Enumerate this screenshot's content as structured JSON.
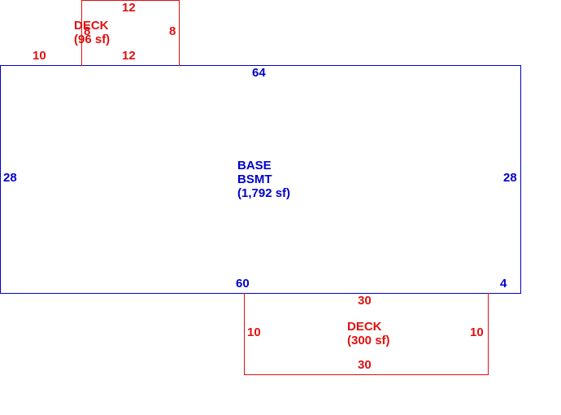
{
  "colors": {
    "base": "#0000cc",
    "deck": "#e01010",
    "background": "#ffffff"
  },
  "base": {
    "name": "BASE",
    "subname": "BSMT",
    "area": "(1,792 sf)",
    "dims": {
      "top": "64",
      "left": "28",
      "right": "28",
      "bottom_left": "60",
      "bottom_right": "4"
    }
  },
  "deck_small": {
    "name": "DECK",
    "area": "(96 sf)",
    "dims": {
      "top": "12",
      "bottom": "12",
      "right": "8",
      "left": "8",
      "offset": "10"
    }
  },
  "deck_large": {
    "name": "DECK",
    "area": "(300 sf)",
    "dims": {
      "top": "30",
      "bottom": "30",
      "left": "10",
      "right": "10"
    }
  }
}
